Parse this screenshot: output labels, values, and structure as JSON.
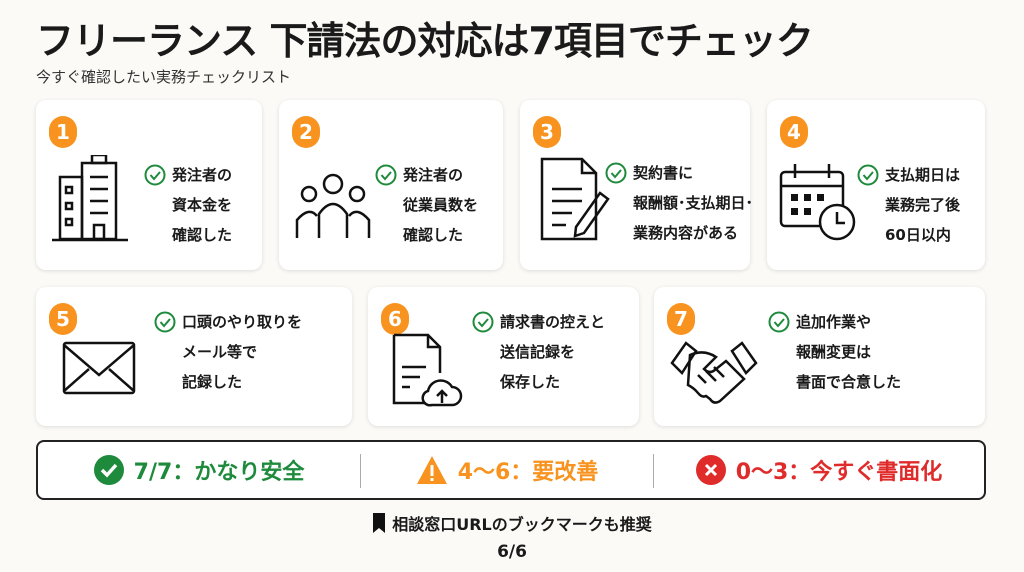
{
  "title": "フリーランス 下請法の対応は7項目でチェック",
  "subtitle": "今すぐ確認したい実務チェックリスト",
  "accent": "#f7931e",
  "check_color": "#1e8a3c",
  "items": [
    {
      "number": "1",
      "icon": "building-icon",
      "lines": [
        "発注者の",
        "資本金を",
        "確認した"
      ]
    },
    {
      "number": "2",
      "icon": "people-icon",
      "lines": [
        "発注者の",
        "従業員数を",
        "確認した"
      ]
    },
    {
      "number": "3",
      "icon": "contract-icon",
      "lines": [
        "契約書に",
        "報酬額･支払期日･",
        "業務内容がある"
      ]
    },
    {
      "number": "4",
      "icon": "calendar-clock-icon",
      "lines": [
        "支払期日は",
        "業務完了後",
        "60日以内"
      ]
    },
    {
      "number": "5",
      "icon": "envelope-icon",
      "lines": [
        "口頭のやり取りを",
        "メール等で",
        "記録した"
      ]
    },
    {
      "number": "6",
      "icon": "document-upload-icon",
      "lines": [
        "請求書の控えと",
        "送信記録を",
        "保存した"
      ]
    },
    {
      "number": "7",
      "icon": "handshake-icon",
      "lines": [
        "追加作業や",
        "報酬変更は",
        "書面で合意した"
      ]
    }
  ],
  "legend": [
    {
      "label": "7/7：かなり安全",
      "color": "#1e8a3c",
      "icon": "check-circle-icon"
    },
    {
      "label": "4〜6：要改善",
      "color": "#f7931e",
      "icon": "warning-icon"
    },
    {
      "label": "0〜3：今すぐ書面化",
      "color": "#e02b2b",
      "icon": "x-circle-icon"
    }
  ],
  "footer_note": "相談窓口URLのブックマークも推奨",
  "page": "6/6"
}
